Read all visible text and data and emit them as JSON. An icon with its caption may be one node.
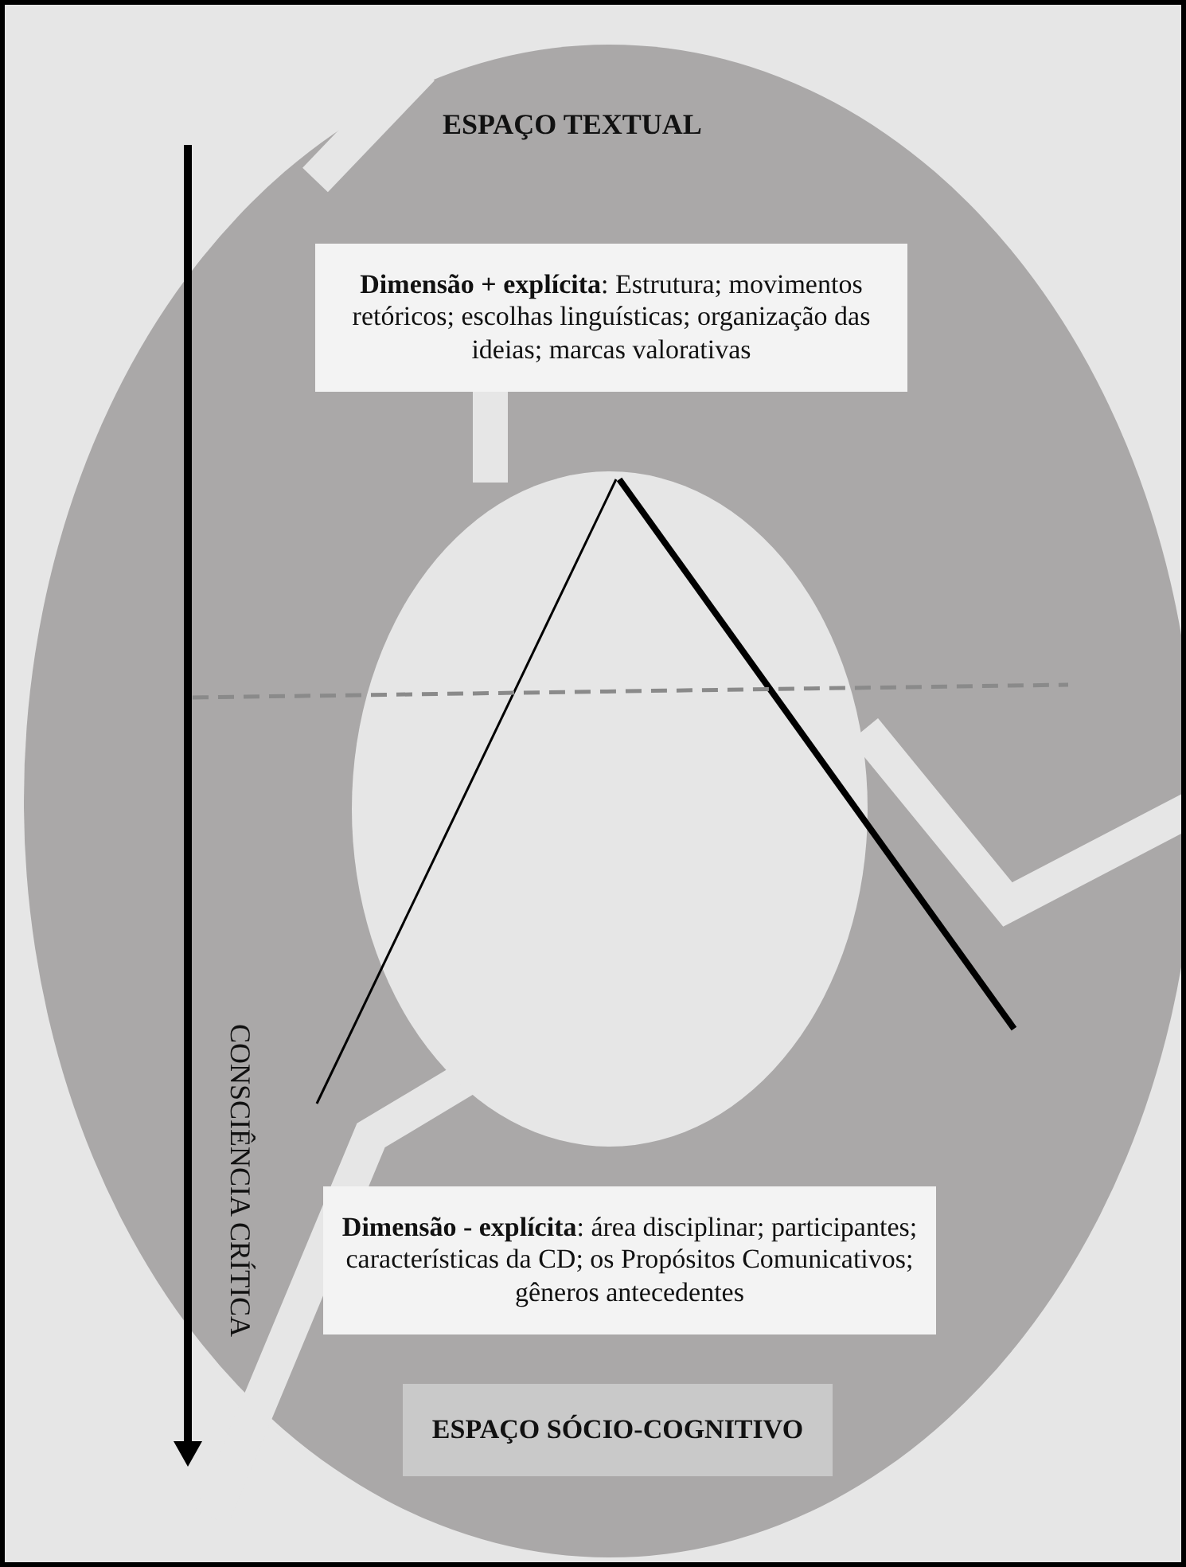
{
  "diagram": {
    "nodes": [
      {
        "text": [
          "**Dimensão + explícita**: Estrutura; movimentos retóricos; escolhas linguísticas; organização das ideias; marcas valorativas"
        ]
      },
      {
        "text": [
          "**Dimensão - explícita**: área disciplinar; participantes; características da CD; os Propósitos Comunicativos; gêneros antecedentes"
        ]
      },
      {
        "text": [
          "ESPAÇO SÓCIO-COGNITIVO"
        ]
      }
    ],
    "labels": [
      "ESPAÇO TEXTUAL",
      "CONSCIÊNCIA CRÍTICA"
    ]
  }
}
